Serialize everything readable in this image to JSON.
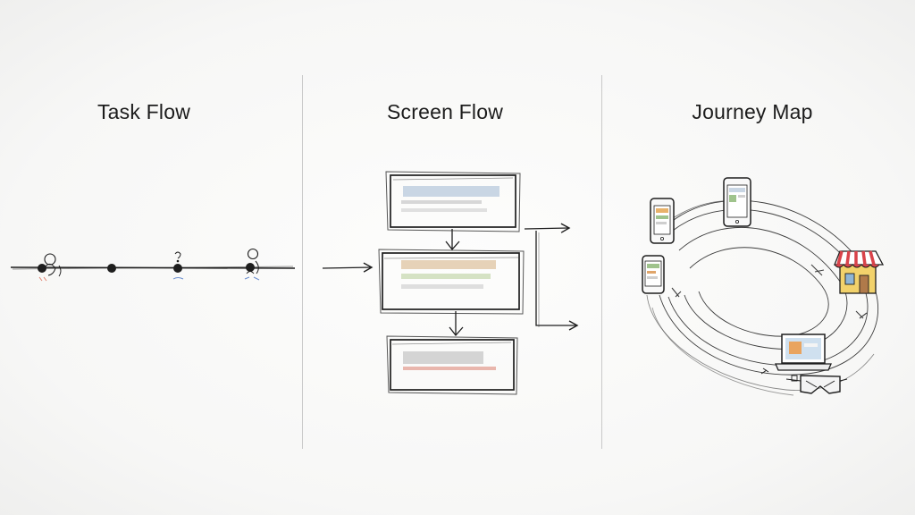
{
  "panels": {
    "task_flow": {
      "title": "Task Flow"
    },
    "screen_flow": {
      "title": "Screen Flow"
    },
    "journey_map": {
      "title": "Journey Map"
    }
  },
  "colors": {
    "ink": "#1e1e1e",
    "divider": "#c9c9c9",
    "bar_blue": "#c9d6e4",
    "bar_tan": "#e6d2b8",
    "bar_green": "#d5e2c4",
    "bar_red": "#e9b6ad",
    "bar_gray": "#d4d4d4",
    "store_red": "#d9434a",
    "store_yellow": "#f2d26b"
  },
  "icons": {
    "task_steps": [
      "person-icon",
      "step-dot-icon",
      "question-person-icon",
      "person-icon"
    ],
    "journey_touchpoints": [
      "phone-icon",
      "phone-icon",
      "phone-icon",
      "store-icon",
      "laptop-icon",
      "vr-headset-icon"
    ]
  }
}
